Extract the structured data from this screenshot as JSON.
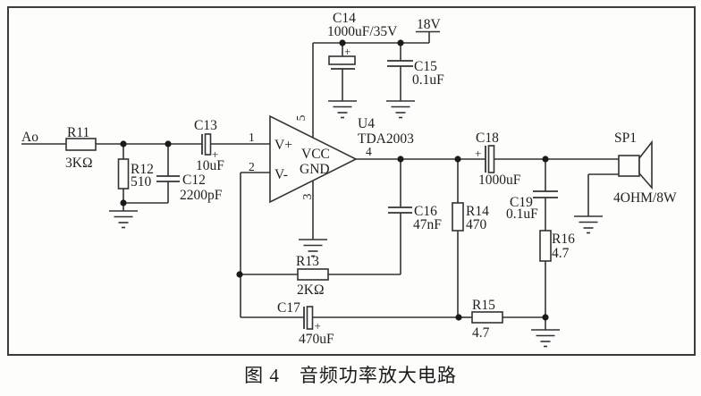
{
  "figure": {
    "caption": "图 4　音频功率放大电路"
  },
  "schematic": {
    "input": {
      "label": "Ao"
    },
    "supply": {
      "label": "18V"
    },
    "ic": {
      "ref": "U4",
      "part": "TDA2003",
      "pins": {
        "in_plus": "1",
        "in_minus": "2",
        "gnd": "3",
        "out": "4",
        "vcc": "5"
      },
      "ports": {
        "v_plus": "V+",
        "v_minus": "V-",
        "vcc": "VCC",
        "gnd": "GND"
      }
    },
    "components": {
      "r11": {
        "ref": "R11",
        "value": "3KΩ"
      },
      "r12": {
        "ref": "R12",
        "value": "510"
      },
      "r13": {
        "ref": "R13",
        "value": "2KΩ"
      },
      "r14": {
        "ref": "R14",
        "value": "470"
      },
      "r15": {
        "ref": "R15",
        "value": "4.7"
      },
      "r16": {
        "ref": "R16",
        "value": "4.7"
      },
      "c12": {
        "ref": "C12",
        "value": "2200pF"
      },
      "c13": {
        "ref": "C13",
        "value": "10uF"
      },
      "c14": {
        "ref": "C14",
        "value": "1000uF/35V"
      },
      "c15": {
        "ref": "C15",
        "value": "0.1uF"
      },
      "c16": {
        "ref": "C16",
        "value": "47nF"
      },
      "c17": {
        "ref": "C17",
        "value": "470uF"
      },
      "c18": {
        "ref": "C18",
        "value": "1000uF"
      },
      "c19": {
        "ref": "C19",
        "value": "0.1uF"
      }
    },
    "speaker": {
      "ref": "SP1",
      "value": "4OHM/8W"
    },
    "polarity_mark": "+"
  }
}
